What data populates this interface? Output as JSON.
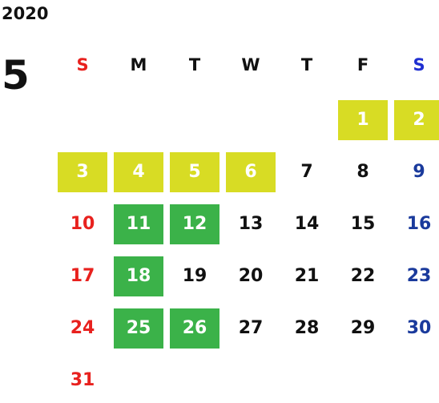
{
  "calendar": {
    "year": "2020",
    "month": "5",
    "weekdays": [
      "S",
      "M",
      "T",
      "W",
      "T",
      "F",
      "S"
    ],
    "weeks": [
      [
        null,
        null,
        null,
        null,
        null,
        {
          "d": "1",
          "h": "yellow"
        },
        {
          "d": "2",
          "h": "yellow"
        }
      ],
      [
        {
          "d": "3",
          "h": "yellow"
        },
        {
          "d": "4",
          "h": "yellow"
        },
        {
          "d": "5",
          "h": "yellow"
        },
        {
          "d": "6",
          "h": "yellow"
        },
        {
          "d": "7"
        },
        {
          "d": "8"
        },
        {
          "d": "9"
        }
      ],
      [
        {
          "d": "10"
        },
        {
          "d": "11",
          "h": "green"
        },
        {
          "d": "12",
          "h": "green"
        },
        {
          "d": "13"
        },
        {
          "d": "14"
        },
        {
          "d": "15"
        },
        {
          "d": "16"
        }
      ],
      [
        {
          "d": "17"
        },
        {
          "d": "18",
          "h": "green"
        },
        {
          "d": "19"
        },
        {
          "d": "20"
        },
        {
          "d": "21"
        },
        {
          "d": "22"
        },
        {
          "d": "23"
        }
      ],
      [
        {
          "d": "24"
        },
        {
          "d": "25",
          "h": "green"
        },
        {
          "d": "26",
          "h": "green"
        },
        {
          "d": "27"
        },
        {
          "d": "28"
        },
        {
          "d": "29"
        },
        {
          "d": "30"
        }
      ],
      [
        {
          "d": "31"
        },
        null,
        null,
        null,
        null,
        null,
        null
      ]
    ]
  },
  "colors": {
    "sunday": "#e8211e",
    "saturday": "#1a3a9c",
    "saturday_header": "#1f2fd1",
    "weekday": "#111111",
    "yellow": "#d8dc24",
    "green": "#3bb249"
  }
}
